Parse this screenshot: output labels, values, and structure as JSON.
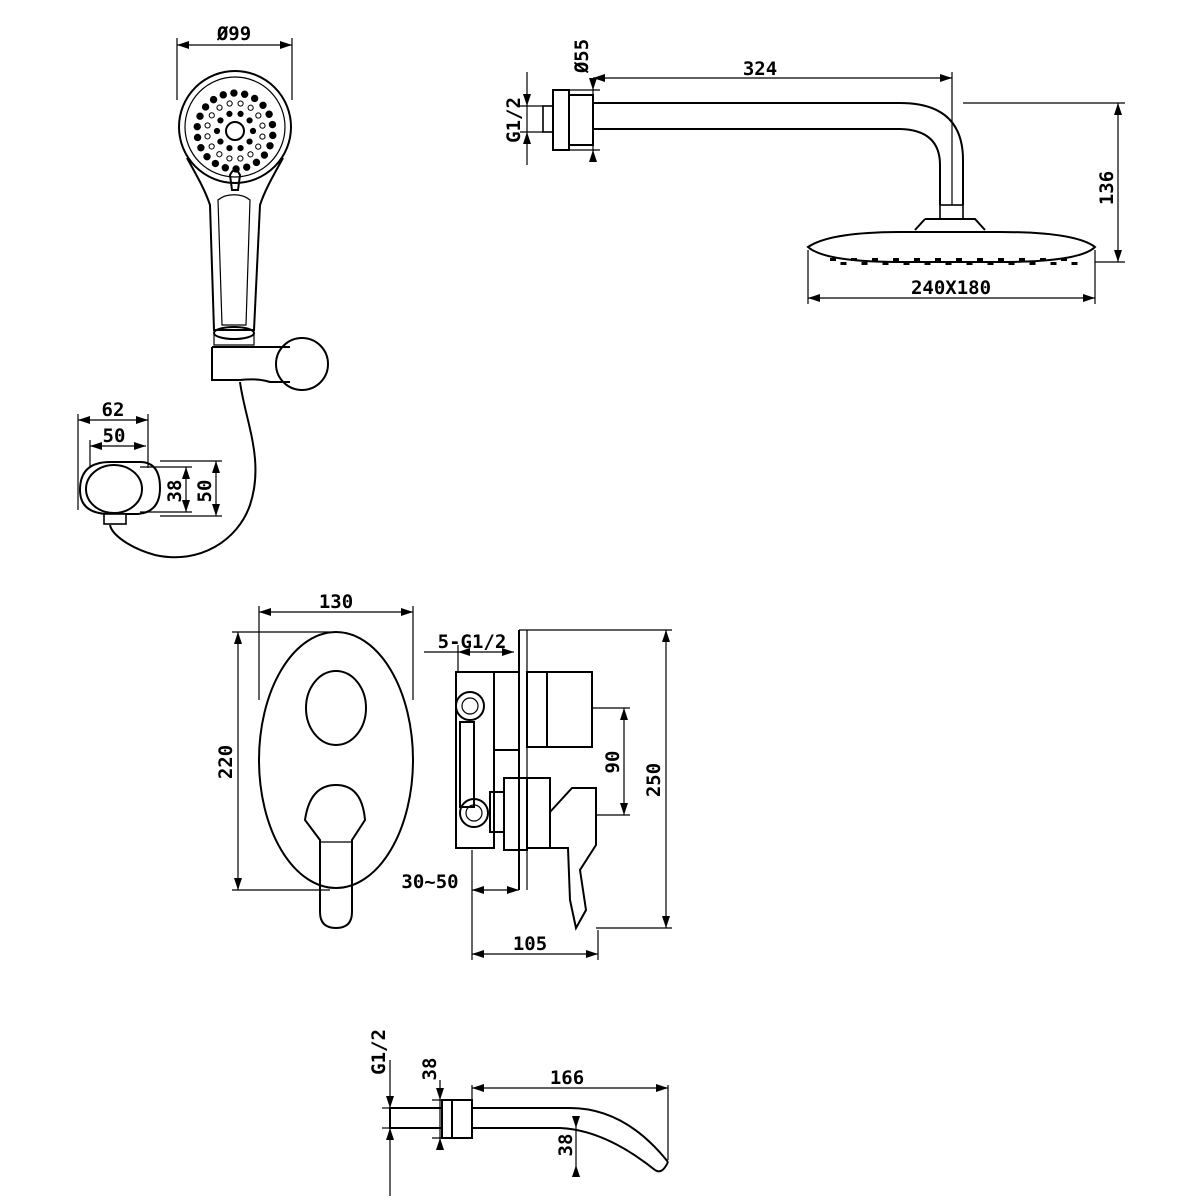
{
  "handshower": {
    "diameter": "Ø99"
  },
  "holder": {
    "width_outer": "62",
    "width_inner": "50",
    "height_inner": "38",
    "height_outer": "50"
  },
  "overhead_shower": {
    "flange_diameter": "Ø55",
    "thread": "G1/2",
    "arm_length": "324",
    "drop_height": "136",
    "head_size": "240X180"
  },
  "mixer_front": {
    "width": "130",
    "height": "220"
  },
  "mixer_side": {
    "thread": "5-G1/2",
    "height": "250",
    "handle_spacing": "90",
    "wall_depth": "30~50",
    "depth": "105"
  },
  "spout": {
    "thread": "G1/2",
    "flange_height": "38",
    "length": "166",
    "outlet_height": "38"
  }
}
